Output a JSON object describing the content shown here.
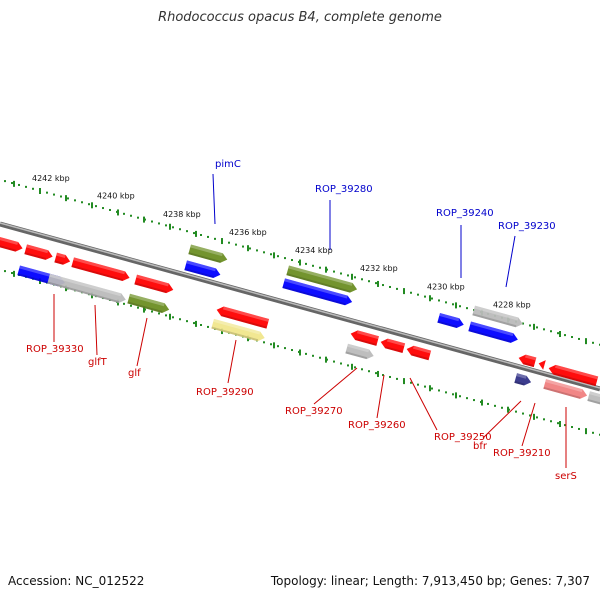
{
  "title": "Rhodococcus opacus B4, complete genome",
  "footer": {
    "accession": "Accession: NC_012522",
    "summary": "Topology: linear; Length: 7,913,450 bp; Genes: 7,307"
  },
  "colors": {
    "forward_gene": "#ff0000",
    "reverse_gene": "#0000ff",
    "pseudo_gene": "#aaaaaa",
    "olive_gene": "#6b8e23",
    "yellow_gene": "#f0e68c",
    "dark_gene": "#333388",
    "forward_label": "#cc0000",
    "reverse_label": "#0000cc",
    "tick": "#228b22",
    "backbone": "#888888"
  },
  "kbp_ticks": [
    "4242 kbp",
    "4240 kbp",
    "4238 kbp",
    "4236 kbp",
    "4234 kbp",
    "4232 kbp",
    "4230 kbp",
    "4228 kbp"
  ],
  "top_labels": [
    "pimC",
    "ROP_39280",
    "ROP_39240",
    "ROP_39230"
  ],
  "bottom_labels": [
    "ROP_39330",
    "glfT",
    "glf",
    "ROP_39290",
    "ROP_39270",
    "ROP_39260",
    "ROP_39250",
    "bfr",
    "ROP_39210",
    "serS"
  ]
}
